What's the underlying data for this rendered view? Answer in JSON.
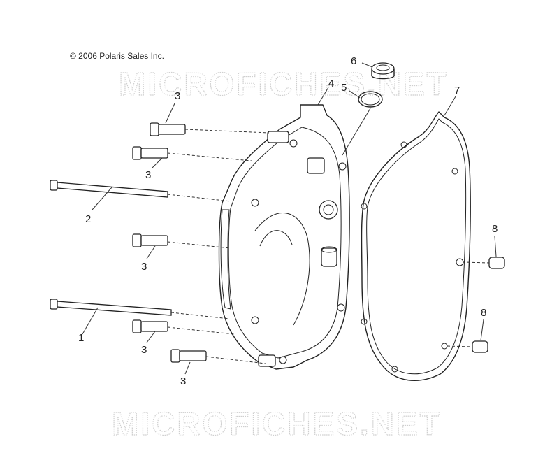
{
  "copyright": "© 2006 Polaris Sales Inc.",
  "watermark": "MICROFICHES.NET",
  "callouts": [
    "1",
    "2",
    "3",
    "3",
    "3",
    "3",
    "3",
    "4",
    "5",
    "6",
    "7",
    "8",
    "8"
  ]
}
